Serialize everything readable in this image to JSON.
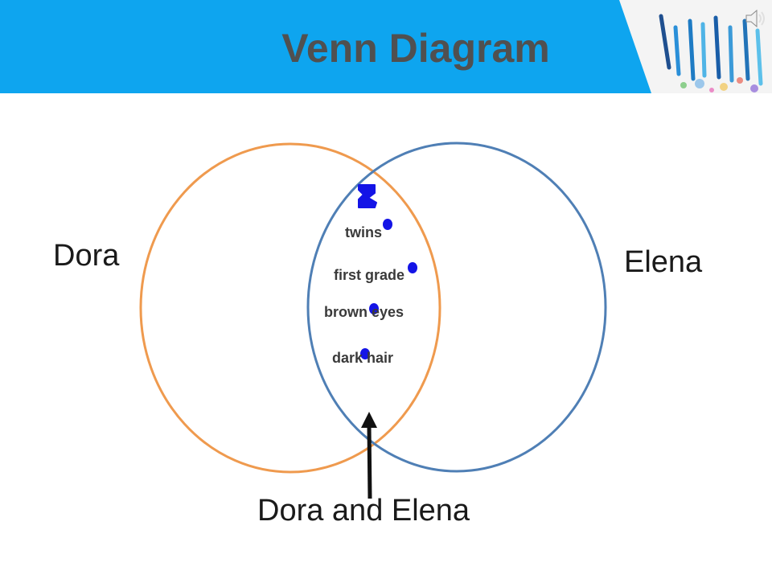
{
  "slide": {
    "title": "Venn Diagram",
    "banner_color": "#0ea5ef",
    "title_color": "#505050"
  },
  "toolbar": {
    "audio_icon": "speaker-icon"
  },
  "venn": {
    "left_set": {
      "label": "Dora",
      "color": "#ef9a4e"
    },
    "right_set": {
      "label": "Elena",
      "color": "#4f7fb5"
    },
    "intersection": {
      "label": "Dora and Elena",
      "items": [
        "twins",
        "first grade",
        "brown eyes",
        "dark hair"
      ]
    },
    "marker_color": "#1414e6"
  }
}
